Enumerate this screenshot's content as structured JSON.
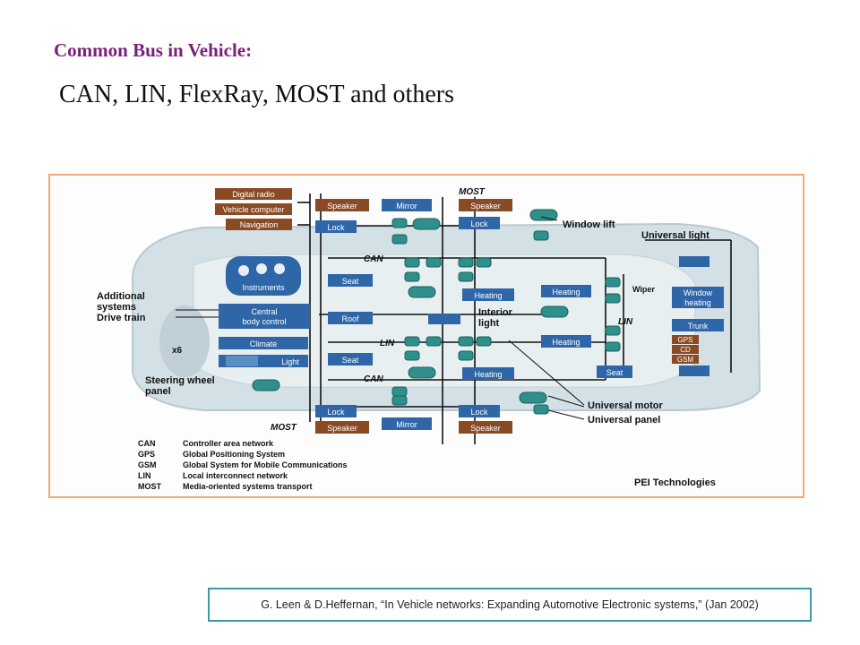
{
  "slide": {
    "heading": "Common Bus in Vehicle:",
    "subheading": "CAN, LIN, FlexRay, MOST and others",
    "citation": "G. Leen & D.Heffernan, “In Vehicle networks:  Expanding Automotive Electronic systems,” (Jan 2002)"
  },
  "diagram": {
    "brown_boxes": [
      "Digital radio",
      "Vehicle computer",
      "Navigation",
      "Speaker",
      "Speaker",
      "Speaker"
    ],
    "gps_stack": [
      "GPS",
      "CD",
      "GSM"
    ],
    "blue_boxes": {
      "mirror_top": "Mirror",
      "lock_left_top": "Lock",
      "lock_right_top": "Lock",
      "instruments": "Instruments",
      "central": "Central\nbody control",
      "climate": "Climate",
      "light": "Light",
      "seat_top": "Seat",
      "heating_top": "Heating",
      "roof": "Roof",
      "seat_bottom": "Seat",
      "heating_bottom": "Heating",
      "heating_right_top": "Heating",
      "heating_right_bottom": "Heating",
      "seat_right": "Seat",
      "window_heating": "Window\nheating",
      "trunk": "Trunk",
      "lock_left_bottom": "Lock",
      "mirror_bottom": "Mirror",
      "lock_right_bottom": "Lock"
    },
    "bus_labels": {
      "most_top": "MOST",
      "can_top": "CAN",
      "lin_left": "LIN",
      "can_bottom": "CAN",
      "lin_right": "LIN",
      "most_bottom": "MOST",
      "wiper": "Wiper"
    },
    "callouts": {
      "window_lift": "Window lift",
      "universal_light": "Universal light",
      "additional": "Additional\nsystems",
      "drive_train": "Drive train",
      "interior_light": "Interior\nlight",
      "steering": "Steering wheel\npanel",
      "x6": "x6",
      "universal_motor": "Universal motor",
      "universal_panel": "Universal panel"
    },
    "legend": [
      {
        "abbr": "CAN",
        "desc": "Controller area network"
      },
      {
        "abbr": "GPS",
        "desc": "Global Positioning System"
      },
      {
        "abbr": "GSM",
        "desc": "Global System for Mobile Communications"
      },
      {
        "abbr": "LIN",
        "desc": "Local interconnect network"
      },
      {
        "abbr": "MOST",
        "desc": "Media-oriented systems transport"
      }
    ],
    "credit": "PEI Technologies",
    "colors": {
      "blue": "#2f66a8",
      "brown": "#8a4a24",
      "bus_line": "#111111",
      "car_body": "#cfdde2",
      "frame": "#f0a878"
    }
  }
}
